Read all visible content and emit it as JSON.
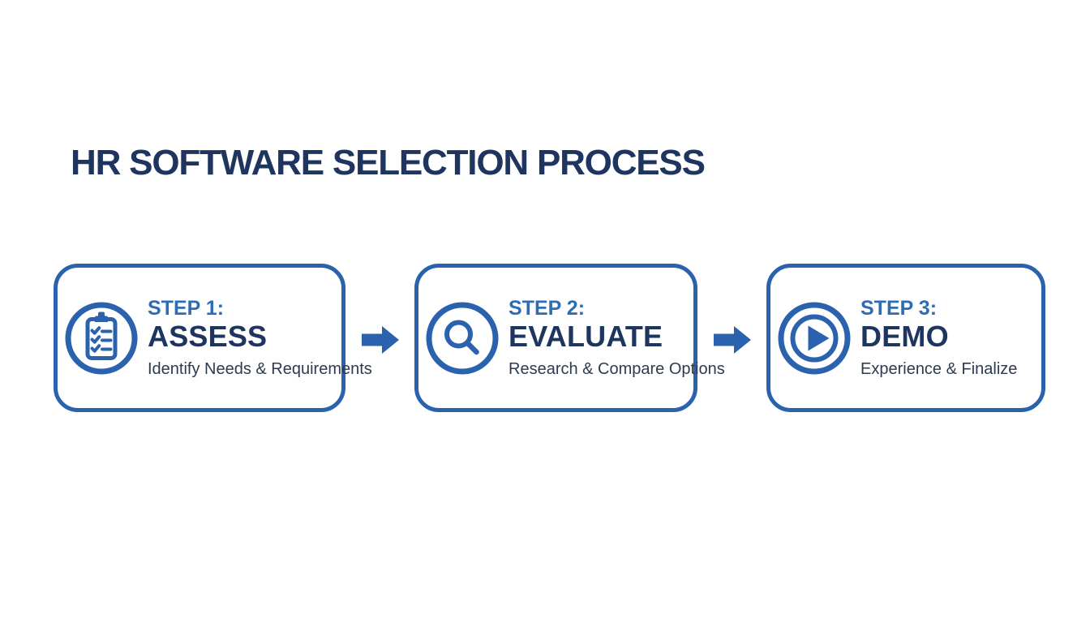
{
  "title": "HR SOFTWARE SELECTION PROCESS",
  "colors": {
    "accent_blue": "#2b62ae",
    "step_label_blue": "#2e6db4",
    "heading_navy": "#1e3560",
    "description_slate": "#2e3b4e",
    "background": "#ffffff"
  },
  "steps": [
    {
      "label": "STEP 1:",
      "name": "ASSESS",
      "description": "Identify Needs & Requirements",
      "icon": "clipboard-checklist-icon"
    },
    {
      "label": "STEP 2:",
      "name": "EVALUATE",
      "description": "Research & Compare Options",
      "icon": "search-icon"
    },
    {
      "label": "STEP 3:",
      "name": "DEMO",
      "description": "Experience & Finalize",
      "icon": "play-icon"
    }
  ],
  "connector": {
    "icon": "right-arrow-icon"
  }
}
